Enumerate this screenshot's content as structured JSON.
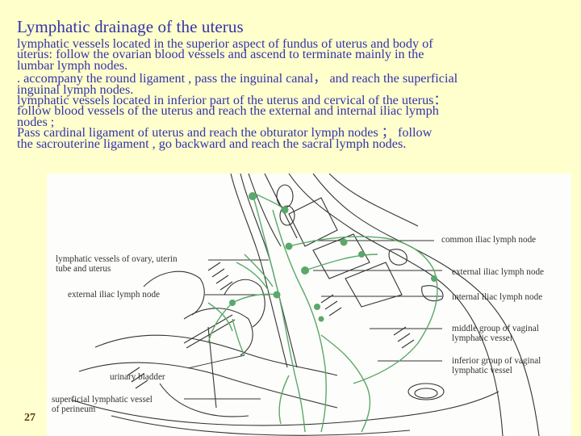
{
  "slide": {
    "title": "Lymphatic drainage of the  uterus",
    "body_lines": [
      "  lymphatic vessels located in the superior aspect of fundus of uterus and body of",
      "uterus:  follow the ovarian blood vessels and ascend to terminate mainly in the",
      "lumbar lymph nodes.",
      ". accompany the round ligament , pass the inguinal canal， and reach the superficial",
      "inguinal lymph nodes.",
      "  lymphatic vessels located in inferior part of the uterus and cervical of the uterus：",
      "  follow  blood vessels of the uterus and reach  the external and internal iliac lymph",
      "nodes ;",
      "Pass cardinal ligament  of uterus  and reach the obturator lymph nodes  ； follow",
      "the sacrouterine ligament  , go backward  and  reach  the sacral lymph nodes."
    ],
    "page_number": "27"
  },
  "figure": {
    "labels_left": {
      "ovary_vessels_line1": "lymphatic vessels of ovary, uterin",
      "ovary_vessels_line2": "tube  and uterus",
      "external_iliac_left": "external iliac lymph node",
      "urinary_bladder": "urinary bladder",
      "superficial_line1": "superficial lymphatic vessel",
      "superficial_line2": "of perineum"
    },
    "labels_right": {
      "common_iliac": "common iliac lymph node",
      "external_iliac_right": "external iliac lymph node",
      "internal_iliac": "internal iliac lymph node",
      "middle_vaginal_line1": "middle group of vaginal",
      "middle_vaginal_line2": "lymphatic vessel",
      "inferior_vaginal_line1": "inferior group of vaginal",
      "inferior_vaginal_line2": "lymphatic vessel"
    },
    "colors": {
      "lymph_green": "#5aa86a",
      "ink": "#333333",
      "text_blue": "#3333aa",
      "background": "#ffffcc"
    }
  }
}
